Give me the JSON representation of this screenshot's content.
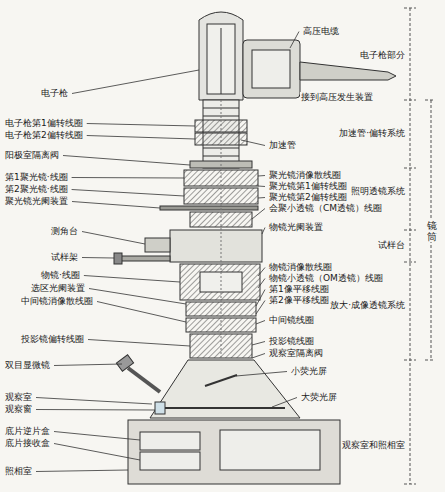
{
  "diagram": {
    "labels": [
      "高压电缆",
      "电子枪部分",
      "电子枪",
      "接到高压发生装置",
      "电子枪第1偏转线圈",
      "加速管·偏转系统",
      "电子枪第2偏转线圈",
      "加速管",
      "阳极室隔离阀",
      "聚光镜消像散线圈",
      "第1聚光镜·线圈",
      "聚光镜第1偏转线圈",
      "照明透镜系统",
      "第2聚光镜·线圈",
      "聚光镜第2偏转线圈",
      "聚光镜光阑装置",
      "会聚小透镜（CM透镜）线圈",
      "镜筒",
      "物镜光阑装置",
      "测角台",
      "试样台",
      "试样架",
      "物镜消像散线圈",
      "物镜·线圈",
      "物镜小透镜（OM透镜）线圈",
      "选区光阑装置",
      "第1像平移线圈",
      "中间镜消像散线圈",
      "第2像平移线圈",
      "放大·成像透镜系统",
      "中间镜线圈",
      "投影镜偏转线圈",
      "投影镜线圈",
      "观察室隔离阀",
      "双目显微镜",
      "小荧光屏",
      "观察室",
      "大荧光屏",
      "观察窗",
      "底片逆片盒",
      "底片接收盒",
      "观察室和照相室",
      "照相室"
    ]
  }
}
